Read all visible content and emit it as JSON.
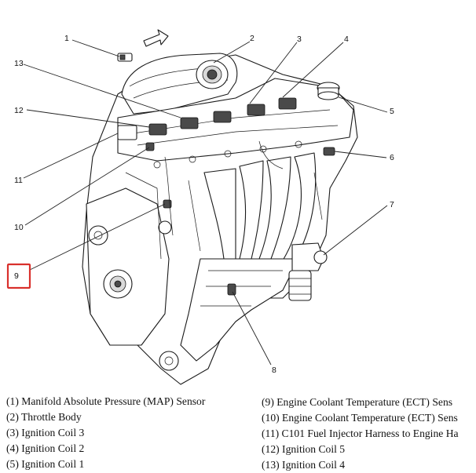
{
  "diagram": {
    "callouts": [
      "1",
      "2",
      "3",
      "4",
      "5",
      "6",
      "7",
      "8",
      "9",
      "10",
      "11",
      "12",
      "13"
    ],
    "highlighted_callout": "9",
    "colors": {
      "highlight": "#d9302c",
      "ink": "#1a1a1a"
    }
  },
  "legend": {
    "left": [
      "(1)  Manifold Absolute Pressure (MAP) Sensor",
      "(2)  Throttle Body",
      "(3)  Ignition Coil 3",
      "(4)  Ignition Coil 2",
      "(5)  Ignition Coil 1"
    ],
    "right": [
      "(9)  Engine Coolant Temperature (ECT) Sens",
      "(10) Engine Coolant Temperature (ECT) Sens",
      "(11) C101 Fuel Injector Harness to Engine Ha",
      "(12) Ignition Coil 5",
      "(13) Ignition Coil 4"
    ]
  }
}
